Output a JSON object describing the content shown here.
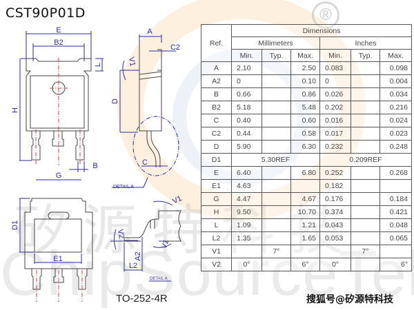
{
  "title": "CST90P01D",
  "package": "TO-252-4R",
  "credit": "搜狐号@矽源特科技",
  "watermark": {
    "chinese": "矽源特科技",
    "english": "ChipSourceTek",
    "registered": "®"
  },
  "drawing_labels": {
    "E": "E",
    "B2": "B2",
    "L": "L",
    "H": "H",
    "G": "G",
    "B": "B",
    "A": "A",
    "C2": "C2",
    "V1": "V1",
    "D": "D",
    "C": "C",
    "detail_a": "DETAIL A",
    "D1": "D1",
    "E1": "E1",
    "V2": "V2",
    "A2": "A2",
    "L2": "L2",
    "V1b": "V1",
    "V1c": "V1",
    "detail_a2": "DETAIL A"
  },
  "table": {
    "ref_header": "Ref.",
    "dimensions_header": "Dimensions",
    "mm_header": "Millimeters",
    "in_header": "Inches",
    "sub": [
      "Min.",
      "Typ.",
      "Max.",
      "Min.",
      "Typ.",
      "Max."
    ],
    "rows": [
      {
        "ref": "A",
        "mm_min": "2.10",
        "mm_typ": "",
        "mm_max": "2.50",
        "in_min": "0.083",
        "in_typ": "",
        "in_max": "0.098"
      },
      {
        "ref": "A2",
        "mm_min": "0",
        "mm_typ": "",
        "mm_max": "0.10",
        "in_min": "0",
        "in_typ": "",
        "in_max": "0.004"
      },
      {
        "ref": "B",
        "mm_min": "0.66",
        "mm_typ": "",
        "mm_max": "0.86",
        "in_min": "0.026",
        "in_typ": "",
        "in_max": "0.034"
      },
      {
        "ref": "B2",
        "mm_min": "5.18",
        "mm_typ": "",
        "mm_max": "5.48",
        "in_min": "0.202",
        "in_typ": "",
        "in_max": "0.216"
      },
      {
        "ref": "C",
        "mm_min": "0.40",
        "mm_typ": "",
        "mm_max": "0.60",
        "in_min": "0.016",
        "in_typ": "",
        "in_max": "0.024"
      },
      {
        "ref": "C2",
        "mm_min": "0.44",
        "mm_typ": "",
        "mm_max": "0.58",
        "in_min": "0.017",
        "in_typ": "",
        "in_max": "0.023"
      },
      {
        "ref": "D",
        "mm_min": "5.90",
        "mm_typ": "",
        "mm_max": "6.30",
        "in_min": "0.232",
        "in_typ": "",
        "in_max": "0.248"
      },
      {
        "ref": "D1",
        "mm_ref": "5.30REF",
        "in_ref": "0.209REF"
      },
      {
        "ref": "E",
        "mm_min": "6.40",
        "mm_typ": "",
        "mm_max": "6.80",
        "in_min": "0.252",
        "in_typ": "",
        "in_max": "0.268"
      },
      {
        "ref": "E1",
        "mm_min": "4.63",
        "mm_typ": "",
        "mm_max": "",
        "in_min": "0.182",
        "in_typ": "",
        "in_max": ""
      },
      {
        "ref": "G",
        "mm_min": "4.47",
        "mm_typ": "",
        "mm_max": "4.67",
        "in_min": "0.176",
        "in_typ": "",
        "in_max": "0.184"
      },
      {
        "ref": "H",
        "mm_min": "9.50",
        "mm_typ": "",
        "mm_max": "10.70",
        "in_min": "0.374",
        "in_typ": "",
        "in_max": "0.421"
      },
      {
        "ref": "L",
        "mm_min": "1.09",
        "mm_typ": "",
        "mm_max": "1.21",
        "in_min": "0.043",
        "in_typ": "",
        "in_max": "0.048"
      },
      {
        "ref": "L2",
        "mm_min": "1.35",
        "mm_typ": "",
        "mm_max": "1.65",
        "in_min": "0.053",
        "in_typ": "",
        "in_max": "0.065"
      },
      {
        "ref": "V1",
        "mm_min": "",
        "mm_typ": "7°",
        "mm_max": "",
        "in_min": "",
        "in_typ": "7°",
        "in_max": ""
      },
      {
        "ref": "V2",
        "mm_min": "0°",
        "mm_typ": "",
        "mm_max": "6°",
        "in_min": "0°",
        "in_typ": "",
        "in_max": "6°"
      }
    ]
  },
  "colors": {
    "outline": "#444444",
    "dimension": "#2a2aa0",
    "centerline": "#d04040",
    "table_border": "#555555"
  }
}
